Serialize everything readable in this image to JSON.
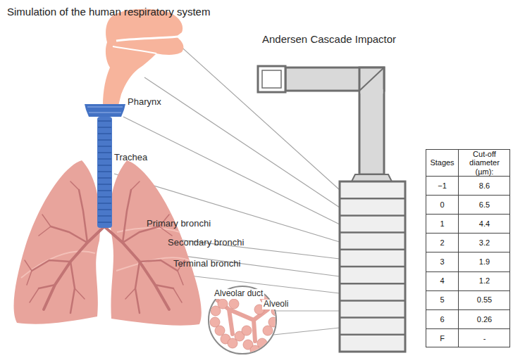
{
  "diagram": {
    "title": "Simulation of the human respiratory system",
    "labels": [
      "Andersen Cascade Impactor",
      "Pharynx",
      "Trachea",
      "Primary bronchi",
      "Secondary bronchi",
      "Terminal bronchi",
      "Alveolar duct",
      "Alveoli",
      "Stages",
      "Cut-off diameter (µm):",
      "−1",
      "8.6",
      "0",
      "6.5",
      "1",
      "4.4",
      "2",
      "3.2",
      "3",
      "1.9",
      "4",
      "1.2",
      "5",
      "0.55",
      "6",
      "0.26",
      "F",
      "-"
    ]
  }
}
